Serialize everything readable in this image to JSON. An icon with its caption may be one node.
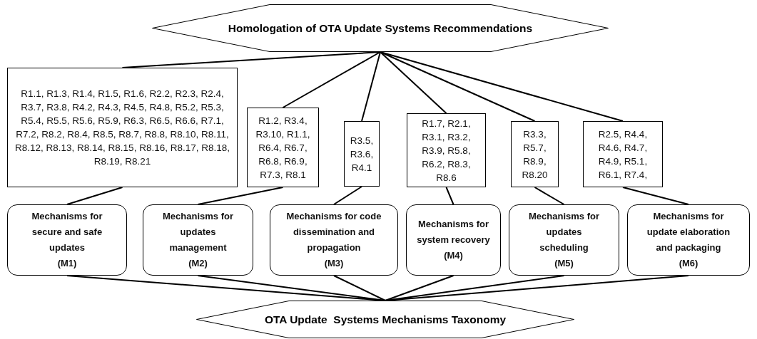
{
  "diagram": {
    "nodes": [
      {
        "text": [
          "Homologation of OTA Update Systems Recommendations"
        ]
      },
      {
        "text": [
          "R1.1, R1.3, R1.4, R1.5, R1.6, R2.2, R2.3, R2.4, R3.7, R3.8, R4.2, R4.3, R4.5, R4.8, R5.2, R5.3, R5.4, R5.5, R5.6, R5.9, R6.3, R6.5, R6.6, R7.1, R7.2, R8.2, R8.4, R8.5, R8.7, R8.8, R8.10, R8.11, R8.12, R8.13, R8.14, R8.15, R8.16, R8.17, R8.18, R8.19, R8.21"
        ]
      },
      {
        "text": [
          "R1.2, R3.4, R3.10, R1.1, R6.4, R6.7, R6.8, R6.9, R7.3, R8.1"
        ]
      },
      {
        "text": [
          "R3.5, R3.6, R4.1"
        ]
      },
      {
        "text": [
          "R1.7, R2.1, R3.1, R3.2, R3.9, R5.8, R6.2, R8.3, R8.6"
        ]
      },
      {
        "text": [
          "R3.3, R5.7, R8.9, R8.20"
        ]
      },
      {
        "text": [
          "R2.5, R4.4, R4.6, R4.7, R4.9, R5.1, R6.1, R7.4,"
        ]
      },
      {
        "text": [
          "Mechanisms for secure and safe updates",
          "(M1)"
        ]
      },
      {
        "text": [
          "Mechanisms for updates management",
          "(M2)"
        ]
      },
      {
        "text": [
          "Mechanisms for code dissemination and propagation",
          "(M3)"
        ]
      },
      {
        "text": [
          "Mechanisms for system recovery",
          "(M4)"
        ]
      },
      {
        "text": [
          "Mechanisms for updates scheduling",
          "(M5)"
        ]
      },
      {
        "text": [
          "Mechanisms for update elaboration and packaging",
          "(M6)"
        ]
      },
      {
        "text": [
          "OTA Update  Systems Mechanisms Taxonomy"
        ]
      }
    ],
    "edges": [
      {
        "from": 0,
        "to": 1,
        "arrow": "none"
      },
      {
        "from": 0,
        "to": 2,
        "arrow": "none"
      },
      {
        "from": 0,
        "to": 3,
        "arrow": "none"
      },
      {
        "from": 0,
        "to": 4,
        "arrow": "none"
      },
      {
        "from": 0,
        "to": 5,
        "arrow": "none"
      },
      {
        "from": 0,
        "to": 6,
        "arrow": "none"
      },
      {
        "from": 1,
        "to": 7,
        "arrow": "none"
      },
      {
        "from": 2,
        "to": 8,
        "arrow": "none"
      },
      {
        "from": 3,
        "to": 9,
        "arrow": "none"
      },
      {
        "from": 4,
        "to": 10,
        "arrow": "none"
      },
      {
        "from": 5,
        "to": 11,
        "arrow": "none"
      },
      {
        "from": 6,
        "to": 12,
        "arrow": "none"
      },
      {
        "from": 7,
        "to": 13,
        "arrow": "none"
      },
      {
        "from": 8,
        "to": 13,
        "arrow": "none"
      },
      {
        "from": 9,
        "to": 13,
        "arrow": "none"
      },
      {
        "from": 10,
        "to": 13,
        "arrow": "none"
      },
      {
        "from": 11,
        "to": 13,
        "arrow": "none"
      },
      {
        "from": 12,
        "to": 13,
        "arrow": "none"
      }
    ]
  }
}
